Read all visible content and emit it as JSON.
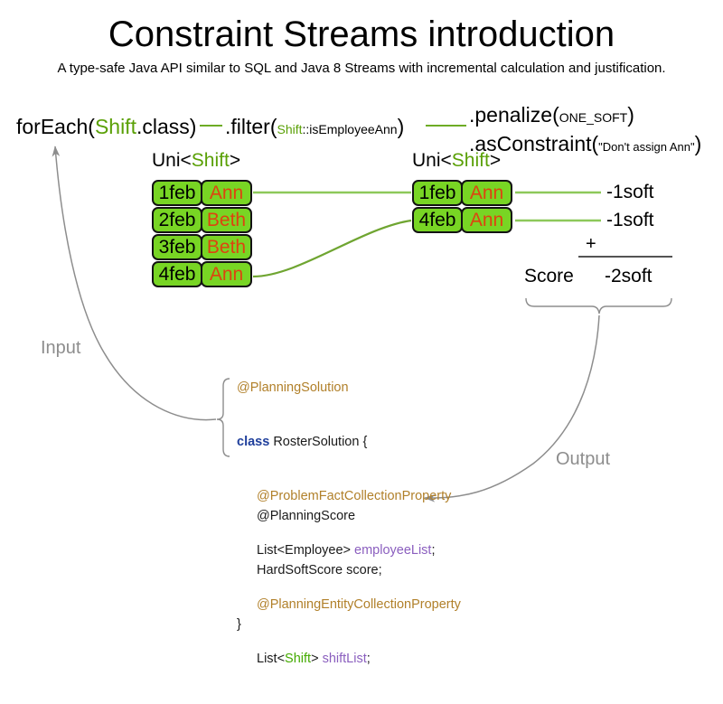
{
  "header": {
    "title": "Constraint Streams introduction",
    "subtitle": "A type-safe Java API similar to SQL and Java 8 Streams with incremental calculation and justification."
  },
  "pipeline": {
    "foreach": {
      "prefix": "forEach(",
      "type": "Shift",
      "suffix": ".class)"
    },
    "filter": {
      "prefix": ".filter(",
      "ref_type": "Shift",
      "ref_rest": "::isEmployeeAnn",
      "suffix": ")"
    },
    "penalize": {
      "prefix": ".penalize(",
      "arg": "ONE_SOFT",
      "suffix": ")"
    },
    "as_constraint": {
      "prefix": ".asConstraint(",
      "arg": "\"Don't assign Ann\"",
      "suffix": ")"
    },
    "connector_color": "#5aa006"
  },
  "streams": {
    "left": {
      "type_label_prefix": "Uni<",
      "type_label_generic": "Shift",
      "type_label_suffix": ">",
      "rows": [
        {
          "date": "1feb",
          "employee": "Ann"
        },
        {
          "date": "2feb",
          "employee": "Beth"
        },
        {
          "date": "3feb",
          "employee": "Beth"
        },
        {
          "date": "4feb",
          "employee": "Ann"
        }
      ]
    },
    "right": {
      "type_label_prefix": "Uni<",
      "type_label_generic": "Shift",
      "type_label_suffix": ">",
      "rows": [
        {
          "date": "1feb",
          "employee": "Ann"
        },
        {
          "date": "4feb",
          "employee": "Ann"
        }
      ]
    },
    "box_fill": "#78d524",
    "box_border": "#131313",
    "employee_color": "#dd4410"
  },
  "scores": {
    "penalties": [
      "-1soft",
      "-1soft"
    ],
    "operator": "+",
    "label": "Score",
    "total": "-2soft"
  },
  "code": {
    "lines": [
      {
        "indent": 0,
        "tokens": [
          {
            "t": "@PlanningSolution",
            "c": "ann"
          }
        ]
      },
      {
        "indent": 0,
        "tokens": [
          {
            "t": "class ",
            "c": "kw"
          },
          {
            "t": "RosterSolution {",
            "c": "typ"
          }
        ]
      },
      {
        "indent": 1,
        "tokens": [
          {
            "t": "@ProblemFactCollectionProperty",
            "c": "ann"
          }
        ]
      },
      {
        "indent": 1,
        "tokens": [
          {
            "t": "List<Employee> ",
            "c": "typ"
          },
          {
            "t": "employeeList",
            "c": "fld"
          },
          {
            "t": ";",
            "c": "typ"
          }
        ]
      },
      {
        "indent": 1,
        "tokens": [
          {
            "t": "@PlanningEntityCollectionProperty",
            "c": "ann"
          }
        ]
      },
      {
        "indent": 1,
        "tokens": [
          {
            "t": "List<",
            "c": "typ"
          },
          {
            "t": "Shift",
            "c": "grn"
          },
          {
            "t": "> ",
            "c": "typ"
          },
          {
            "t": "shiftList",
            "c": "fld"
          },
          {
            "t": ";",
            "c": "typ"
          }
        ]
      }
    ],
    "score_lines": [
      {
        "indent": 1,
        "tokens": [
          {
            "t": "@PlanningScore",
            "c": "ann"
          }
        ]
      },
      {
        "indent": 1,
        "tokens": [
          {
            "t": "HardSoftScore ",
            "c": "typ"
          },
          {
            "t": "score",
            "c": "fld"
          },
          {
            "t": ";",
            "c": "typ"
          }
        ]
      },
      {
        "indent": 0,
        "tokens": [
          {
            "t": "}",
            "c": "typ"
          }
        ]
      }
    ],
    "annotation_color": "#b1802a",
    "keyword_color": "#1f3f9c",
    "field_color": "#8b5fbf"
  },
  "flow": {
    "input_label": "Input",
    "output_label": "Output",
    "arrow_color": "#8d8d8d"
  }
}
